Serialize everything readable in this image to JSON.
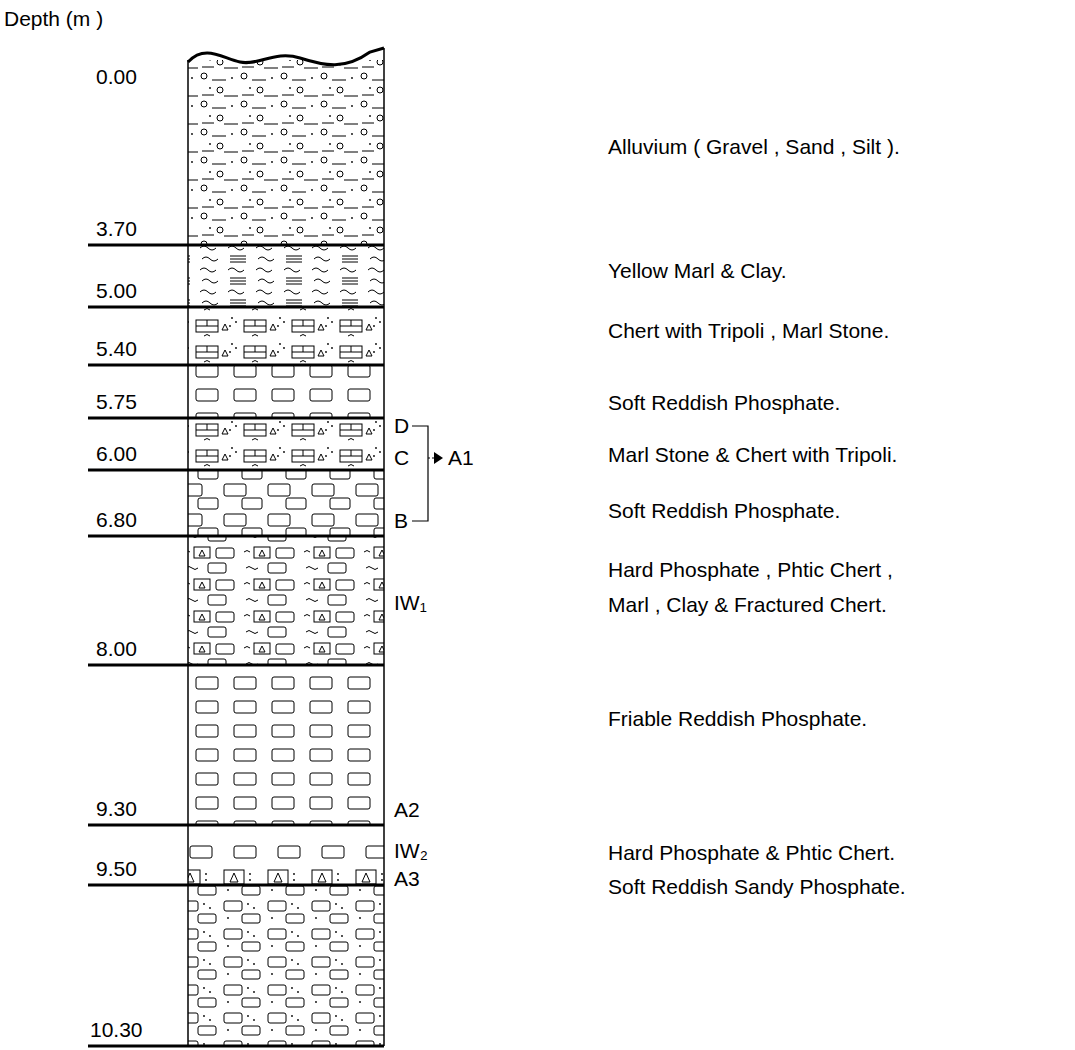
{
  "diagram": {
    "labels": [
      "Depth (m )",
      "0.00",
      "3.70",
      "5.00",
      "5.40",
      "5.75",
      "6.00",
      "6.80",
      "8.00",
      "9.30",
      "9.50",
      "10.30",
      "D",
      "C",
      "B",
      "A1",
      "IW₁",
      "A2",
      "IW₂",
      "A3",
      "Alluvium ( Gravel , Sand , Silt ).",
      "Yellow Marl & Clay.",
      "Chert with Tripoli , Marl Stone.",
      "Soft Reddish Phosphate.",
      "Marl Stone & Chert with Tripoli.",
      "Soft Reddish Phosphate.",
      "Hard Phosphate , Phtic Chert , Marl , Clay & Fractured Chert.",
      "Friable Reddish Phosphate.",
      "Hard Phosphate & Phtic Chert.",
      "Soft Reddish Sandy Phosphate."
    ]
  }
}
